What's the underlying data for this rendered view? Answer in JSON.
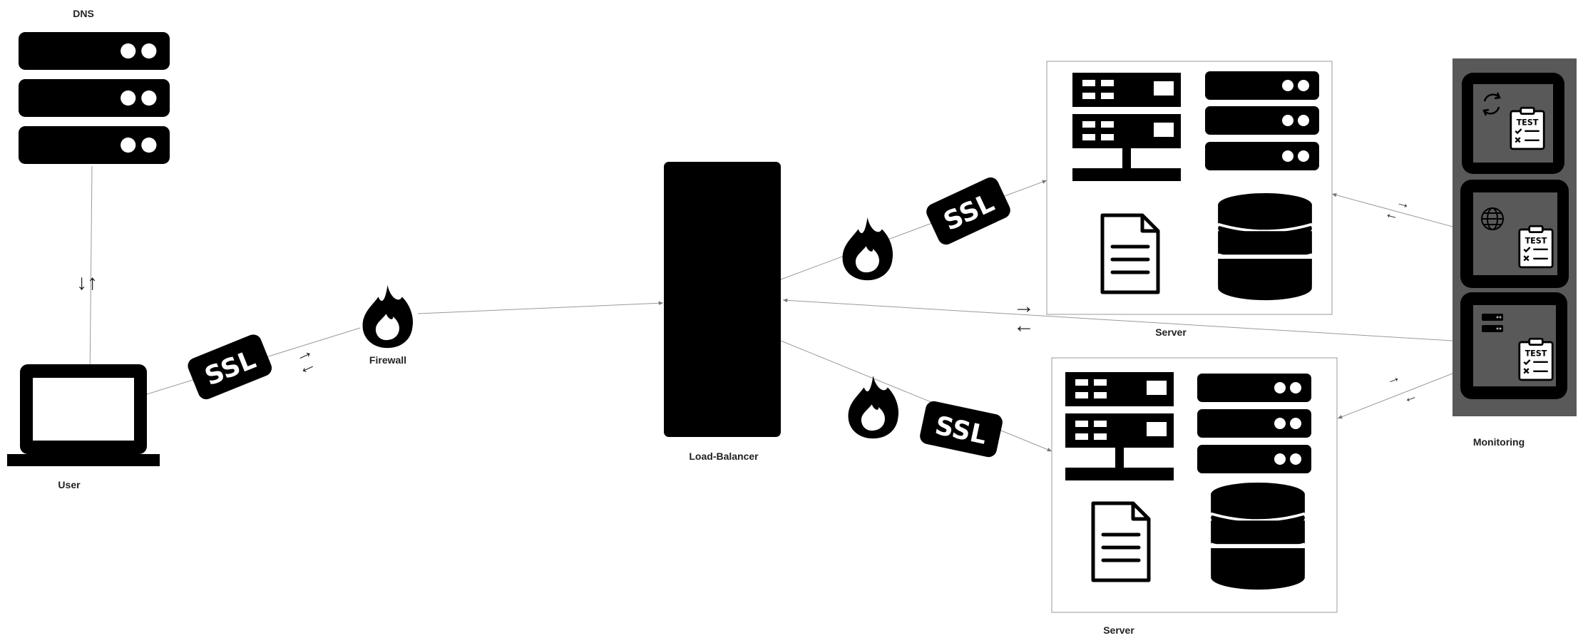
{
  "labels": {
    "dns": "DNS",
    "user": "User",
    "firewall": "Firewall",
    "load_balancer": "Load-Balancer",
    "server_top": "Server",
    "server_bottom": "Server",
    "monitoring": "Monitoring"
  },
  "badges": {
    "ssl": "SSL",
    "test": "TEST"
  },
  "arrows": {
    "right": "→",
    "left": "←",
    "up": "↑",
    "down": "↓"
  },
  "icons": [
    "server-rack-icon",
    "laptop-icon",
    "firewall-flame-icon",
    "ssl-badge-icon",
    "load-balancer-icon",
    "document-icon",
    "database-icon",
    "test-clipboard-icon",
    "sync-icon",
    "globe-icon",
    "mini-server-icon"
  ],
  "colors": {
    "icon": "#000000",
    "connector": "#9a9a9a",
    "monitoring_bg": "#595959"
  }
}
